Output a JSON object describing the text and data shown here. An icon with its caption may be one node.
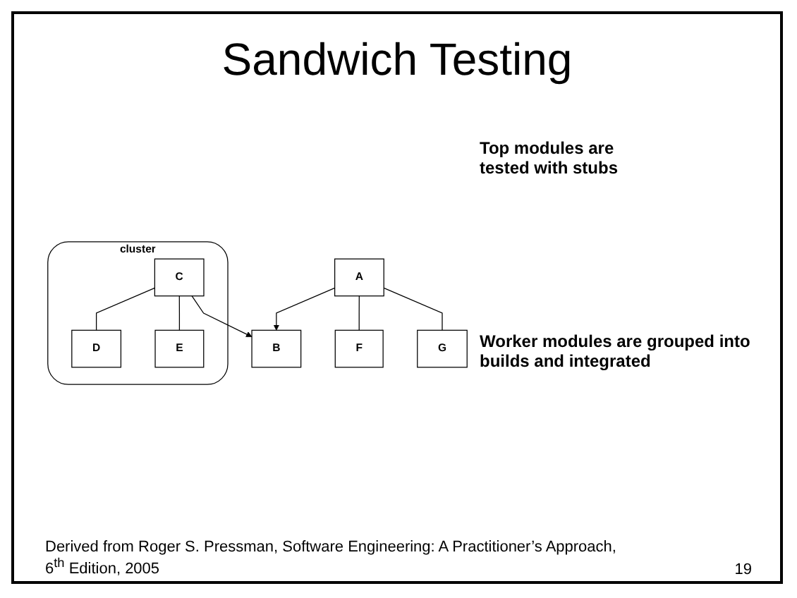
{
  "diagram": {
    "title": "Sandwich Testing",
    "nodes": [
      {
        "text": [
          "A"
        ]
      },
      {
        "text": [
          "B"
        ]
      },
      {
        "text": [
          "F"
        ]
      },
      {
        "text": [
          "G"
        ]
      },
      {
        "text": [
          "cluster"
        ]
      },
      {
        "text": [
          "C"
        ],
        "in": 4
      },
      {
        "text": [
          "D"
        ],
        "in": 4
      },
      {
        "text": [
          "E"
        ],
        "in": 4
      }
    ],
    "edges": [
      {
        "from": 0,
        "to": 1,
        "arrow": "to"
      },
      {
        "from": 0,
        "to": 2,
        "arrow": "none"
      },
      {
        "from": 0,
        "to": 3,
        "arrow": "none"
      },
      {
        "from": 5,
        "to": 1,
        "arrow": "to"
      },
      {
        "from": 5,
        "to": 6,
        "arrow": "none"
      },
      {
        "from": 5,
        "to": 7,
        "arrow": "none"
      }
    ],
    "labels": [
      "Top modules are tested with stubs",
      "Worker modules are grouped into builds and integrated",
      "19"
    ],
    "caption": "Derived from Roger S. Pressman, Software Engineering: A Practitioner’s Approach, 6$^{th}$ Edition, 2005"
  }
}
